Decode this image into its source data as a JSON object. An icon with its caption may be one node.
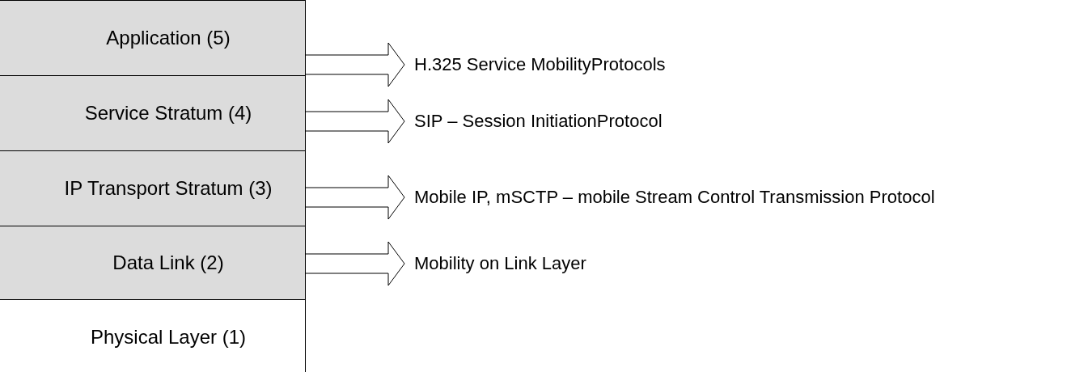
{
  "diagram": {
    "nodes": [
      {
        "text": [
          "Application (5)"
        ]
      },
      {
        "text": [
          "Service Stratum (4)"
        ]
      },
      {
        "text": [
          "IP Transport Stratum (3)"
        ]
      },
      {
        "text": [
          "Data Link (2)"
        ]
      },
      {
        "text": [
          "Physical Layer (1)"
        ]
      },
      {
        "text": [
          "H.325 Service MobilityProtocols"
        ]
      },
      {
        "text": [
          "SIP – Session InitiationProtocol"
        ]
      },
      {
        "text": [
          "Mobile IP, mSCTP – mobile Stream Control Transmission Protocol"
        ]
      },
      {
        "text": [
          "Mobility on Link Layer"
        ]
      }
    ],
    "edges": [
      {
        "from": 0,
        "to": 5,
        "arrow": "to"
      },
      {
        "from": 1,
        "to": 6,
        "arrow": "to"
      },
      {
        "from": 2,
        "to": 7,
        "arrow": "to"
      },
      {
        "from": 3,
        "to": 8,
        "arrow": "to"
      }
    ]
  }
}
